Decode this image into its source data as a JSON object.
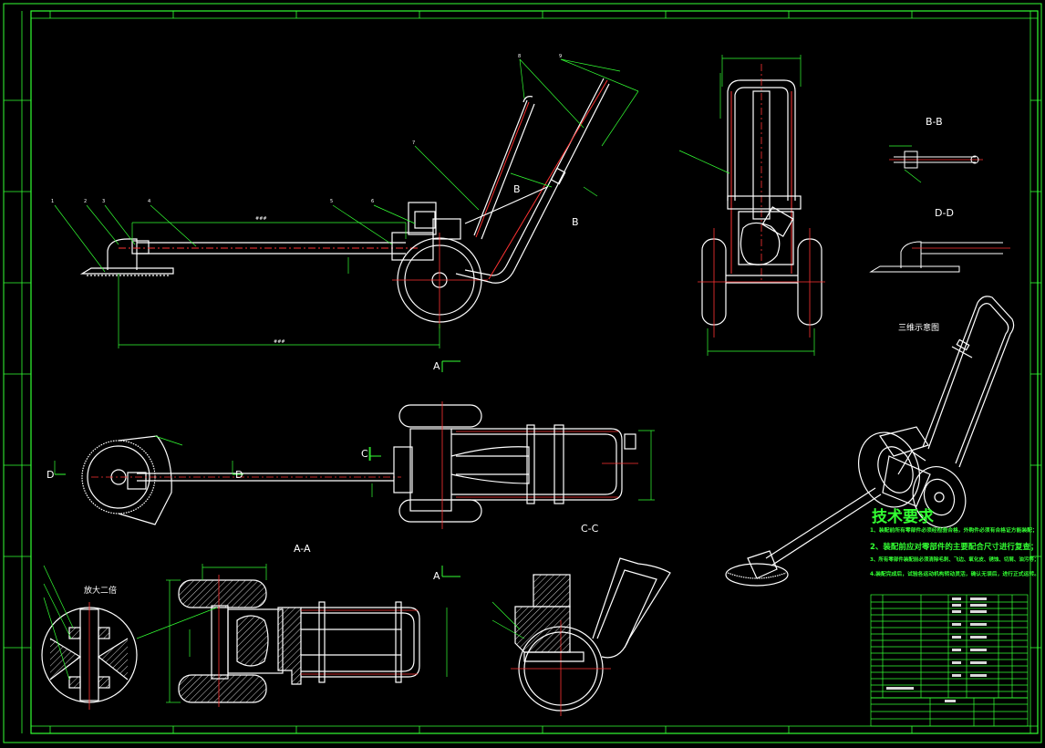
{
  "view_labels": {
    "b_arrow_1": "B",
    "b_arrow_2": "B",
    "section_bb": "B-B",
    "section_dd": "D-D",
    "view_3d": "三维示意图",
    "a_arrow_top": "A",
    "a_arrow_bottom": "A",
    "section_aa": "A-A",
    "section_cc": "C-C",
    "c_arrow": "C",
    "d_arrow_left": "D",
    "d_arrow_right": "D",
    "detail_zoom": "放大二倍"
  },
  "tech_requirements": {
    "title": "技术要求",
    "items": [
      "1、装配前所有零部件必须经检验合格，外购件必须有合格证方能装配；",
      "2、装配前应对零部件的主要配合尺寸进行复查；",
      "3、所有零部件装配前必须清除毛刺、飞边、氧化皮、锈蚀、切屑、油污等；",
      "4.装配完成后，试验各运动机构转动灵活，确认无误后，进行正式运转。"
    ]
  },
  "colors": {
    "background": "#000000",
    "border": "#33ff33",
    "outline": "#ffffff",
    "centerline": "#ff3333",
    "hatch": "#ffffff"
  }
}
